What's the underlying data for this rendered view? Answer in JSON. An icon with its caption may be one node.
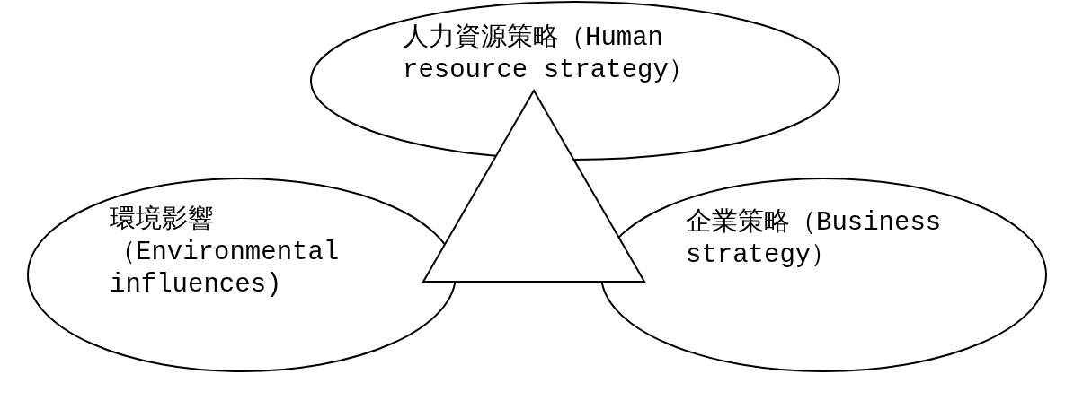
{
  "diagram": {
    "nodes": [
      {
        "text": [
          "人力資源策略（Human resource strategy）"
        ]
      },
      {
        "text": [
          "環境影響（Environmental influences)"
        ]
      },
      {
        "text": [],
        "shape": "triangle"
      },
      {
        "text": [
          "企業策略（Business strategy）"
        ]
      }
    ]
  }
}
